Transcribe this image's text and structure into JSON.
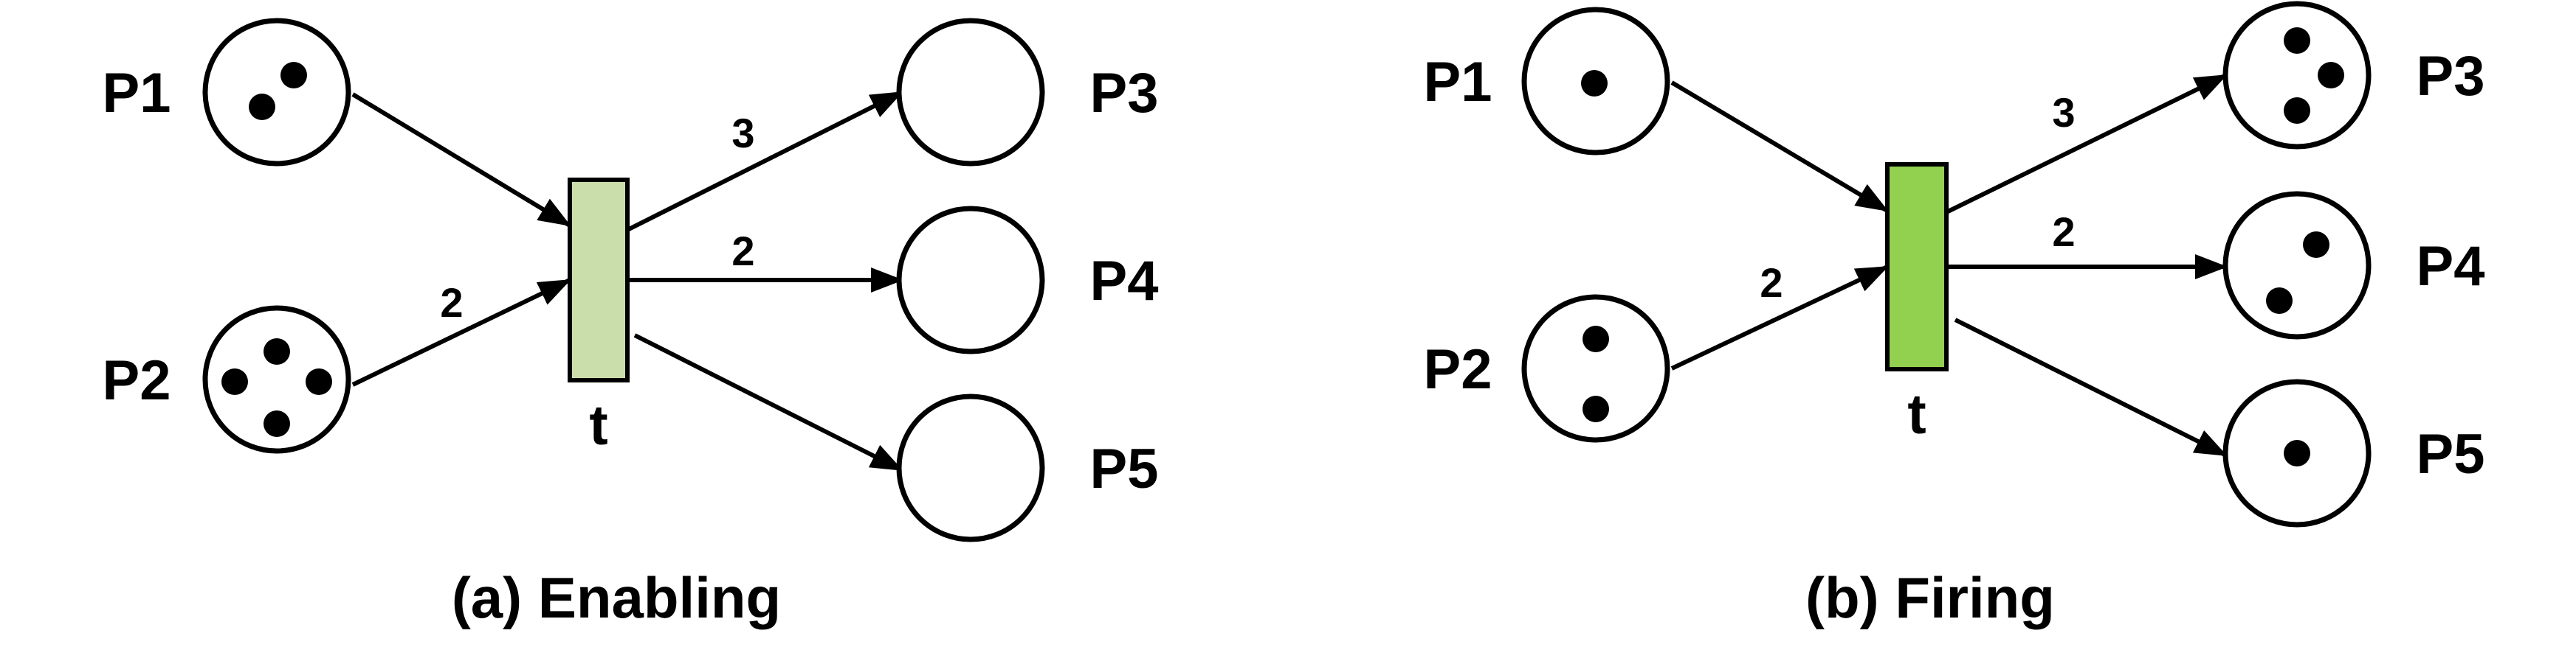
{
  "colors": {
    "ink": "#000000",
    "transition_enabling": "#c9deaa",
    "transition_firing": "#92d050"
  },
  "panels": [
    {
      "id": "a",
      "caption": "(a) Enabling",
      "transition": {
        "label": "t",
        "color": "#c9deaa"
      },
      "places": [
        {
          "id": "P1",
          "label": "P1",
          "tokens": 2
        },
        {
          "id": "P2",
          "label": "P2",
          "tokens": 4
        },
        {
          "id": "P3",
          "label": "P3",
          "tokens": 0
        },
        {
          "id": "P4",
          "label": "P4",
          "tokens": 0
        },
        {
          "id": "P5",
          "label": "P5",
          "tokens": 0
        }
      ],
      "arcs": [
        {
          "from": "P1",
          "to": "t",
          "weight": ""
        },
        {
          "from": "P2",
          "to": "t",
          "weight": "2"
        },
        {
          "from": "t",
          "to": "P3",
          "weight": "3"
        },
        {
          "from": "t",
          "to": "P4",
          "weight": "2"
        },
        {
          "from": "t",
          "to": "P5",
          "weight": ""
        }
      ]
    },
    {
      "id": "b",
      "caption": "(b) Firing",
      "transition": {
        "label": "t",
        "color": "#92d050"
      },
      "places": [
        {
          "id": "P1",
          "label": "P1",
          "tokens": 1
        },
        {
          "id": "P2",
          "label": "P2",
          "tokens": 2
        },
        {
          "id": "P3",
          "label": "P3",
          "tokens": 3
        },
        {
          "id": "P4",
          "label": "P4",
          "tokens": 2
        },
        {
          "id": "P5",
          "label": "P5",
          "tokens": 1
        }
      ],
      "arcs": [
        {
          "from": "P1",
          "to": "t",
          "weight": ""
        },
        {
          "from": "P2",
          "to": "t",
          "weight": "2"
        },
        {
          "from": "t",
          "to": "P3",
          "weight": "3"
        },
        {
          "from": "t",
          "to": "P4",
          "weight": "2"
        },
        {
          "from": "t",
          "to": "P5",
          "weight": ""
        }
      ]
    }
  ]
}
